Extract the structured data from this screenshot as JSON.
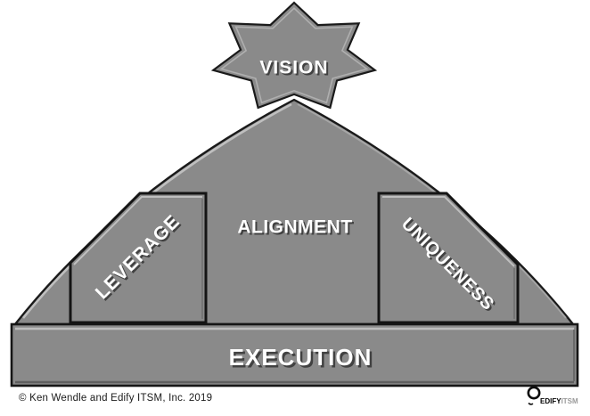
{
  "diagram": {
    "star": {
      "label": "VISION"
    },
    "pyramid": {
      "alignment_label": "ALIGNMENT",
      "leverage_label": "LEVERAGE",
      "uniqueness_label": "UNIQUENESS"
    },
    "base": {
      "execution_label": "EXECUTION"
    }
  },
  "footer": {
    "copyright": "© Ken Wendle and Edify ITSM, Inc. 2019",
    "logo": {
      "bold_text": "EDIFY",
      "light_text": "ITSM"
    }
  },
  "colors": {
    "shape_fill": "#8a8a8a",
    "outline": "#1a1a1a",
    "bevel_highlight": "#c4c4c4",
    "bevel_shadow": "#5f5f5f",
    "label_text": "#ffffff",
    "background": "#ffffff"
  }
}
